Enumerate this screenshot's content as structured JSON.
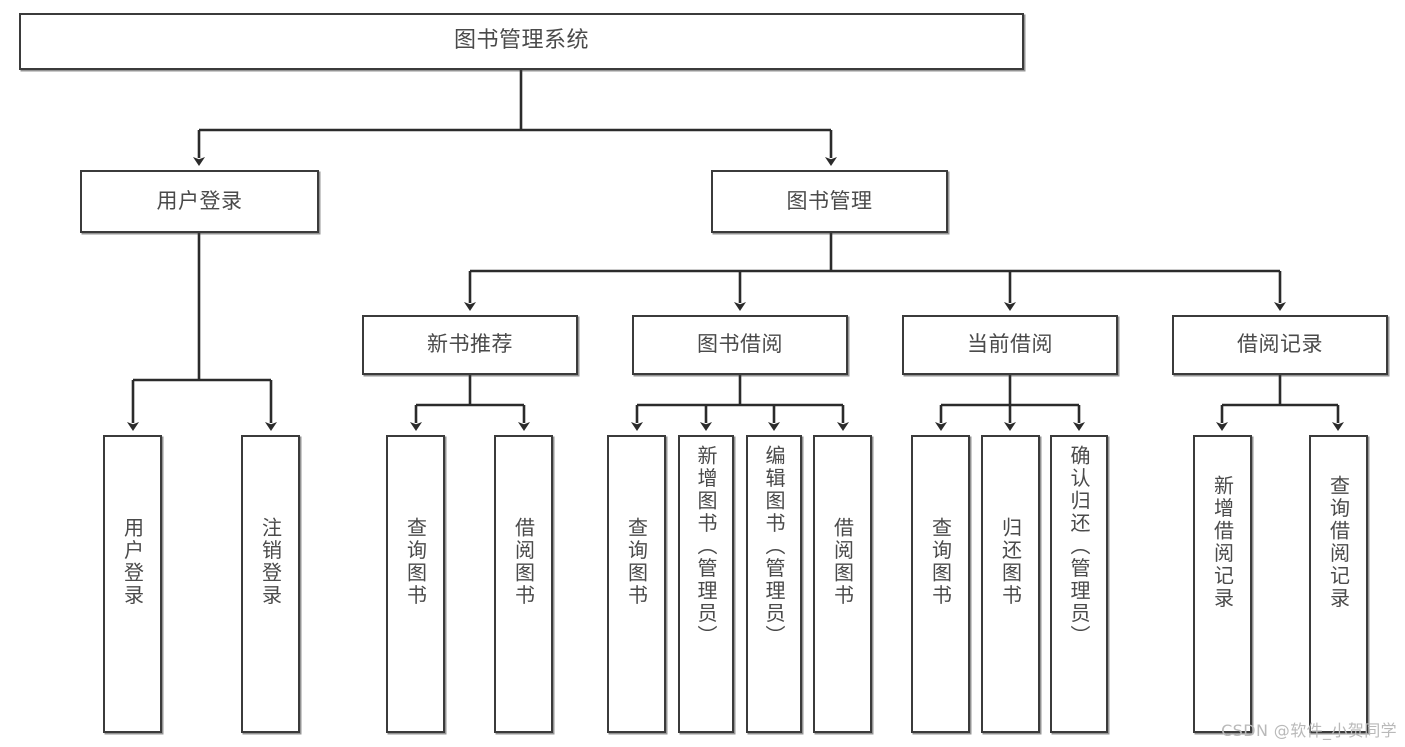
{
  "diagram": {
    "title": "图书管理系统",
    "type": "tree",
    "orientation": "top-down",
    "colors": {
      "box_border": "#3b3b3b",
      "box_fill": "#ffffff",
      "text": "#4a4a4a",
      "edge": "#2b2b2b",
      "watermark": "#b9b9b9"
    }
  },
  "nodes": {
    "root": {
      "label": "图书管理系统",
      "level": 1,
      "orientation": "horizontal"
    },
    "level2": [
      {
        "id": "user-login",
        "label": "用户登录"
      },
      {
        "id": "book-management",
        "label": "图书管理"
      }
    ],
    "level3": [
      {
        "id": "new-book-recommend",
        "label": "新书推荐"
      },
      {
        "id": "book-borrow",
        "label": "图书借阅"
      },
      {
        "id": "current-borrow",
        "label": "当前借阅"
      },
      {
        "id": "borrow-record",
        "label": "借阅记录"
      }
    ],
    "leaves": [
      {
        "id": "leaf-user-login",
        "label": "用户登录",
        "parent": "user-login"
      },
      {
        "id": "leaf-logout-login",
        "label": "注销登录",
        "parent": "user-login"
      },
      {
        "id": "leaf-query-book-1",
        "label": "查询图书",
        "parent": "new-book-recommend"
      },
      {
        "id": "leaf-borrow-book-1",
        "label": "借阅图书",
        "parent": "new-book-recommend"
      },
      {
        "id": "leaf-query-book-2",
        "label": "查询图书",
        "parent": "book-borrow"
      },
      {
        "id": "leaf-add-book",
        "label": "新增图书（管理员）",
        "parent": "book-borrow"
      },
      {
        "id": "leaf-edit-book",
        "label": "编辑图书（管理员）",
        "parent": "book-borrow"
      },
      {
        "id": "leaf-borrow-book-2",
        "label": "借阅图书",
        "parent": "book-borrow"
      },
      {
        "id": "leaf-query-book-3",
        "label": "查询图书",
        "parent": "current-borrow"
      },
      {
        "id": "leaf-return-book",
        "label": "归还图书",
        "parent": "current-borrow"
      },
      {
        "id": "leaf-confirm-return",
        "label": "确认归还（管理员）",
        "parent": "current-borrow"
      },
      {
        "id": "leaf-add-record",
        "label": "新增借阅记录",
        "parent": "borrow-record"
      },
      {
        "id": "leaf-query-record",
        "label": "查询借阅记录",
        "parent": "borrow-record"
      }
    ]
  },
  "watermark": {
    "text": "CSDN @软件_小贺同学"
  }
}
